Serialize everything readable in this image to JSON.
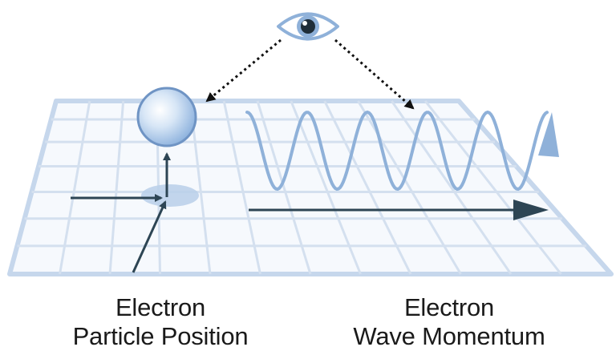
{
  "labels": {
    "left_line1": "Electron",
    "left_line2": "Particle Position",
    "right_line1": "Electron",
    "right_line2": "Wave Momentum"
  },
  "icons": {
    "observer": "eye-icon",
    "particle": "sphere-icon",
    "wave": "wave-icon"
  },
  "colors": {
    "grid": "#d4e0ef",
    "grid_border": "#c6d7ec",
    "wave": "#8fb1d9",
    "arrow_dark": "#2d4554",
    "sphere": "#9ec0e6",
    "eye": "#8fb1d9"
  }
}
